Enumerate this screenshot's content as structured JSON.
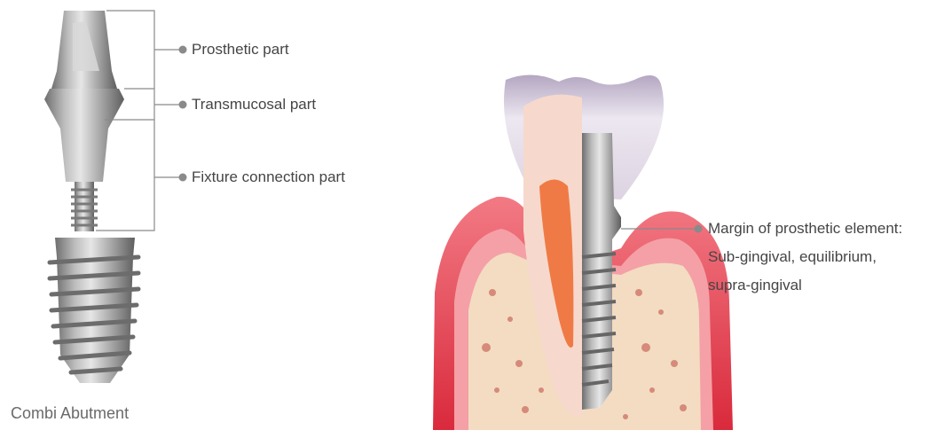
{
  "diagram": {
    "abutment_labels": [
      "Prosthetic part",
      "Transmucosal part",
      "Fixture connection part"
    ],
    "caption": "Combi Abutment",
    "margin_label": {
      "line1": "Margin of prosthetic element:",
      "line2": "Sub-gingival, equilibrium,",
      "line3": "supra-gingival"
    },
    "colors": {
      "metal": "#9a9a9a",
      "gum": "#e23a4a",
      "gum_light": "#f4a0a6",
      "bone": "#f3dcc2",
      "crown": "#e9e2ea",
      "dentin": "#f6d9cc",
      "pulp": "#f07a45",
      "leader": "#777777"
    }
  }
}
